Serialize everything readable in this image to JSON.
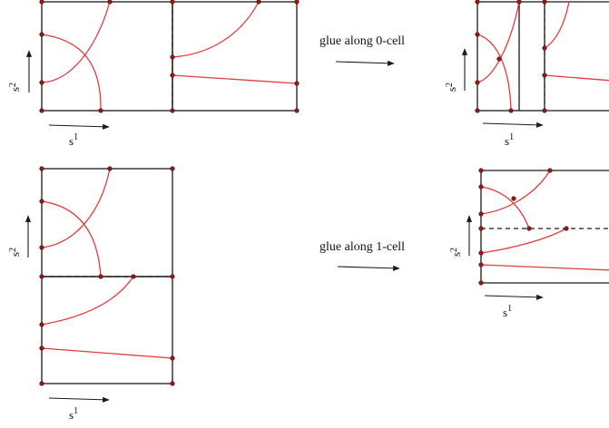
{
  "captions": {
    "top": "glue along 0-cell",
    "bottom": "glue along 1-cell"
  },
  "axis_labels": {
    "horizontal": "s",
    "horizontal_sup": "1",
    "vertical": "s",
    "vertical_sup": "2"
  },
  "colors": {
    "frame": "#1a1a1a",
    "curve": "#e23b3b",
    "vertex": "#8b1a1a"
  }
}
